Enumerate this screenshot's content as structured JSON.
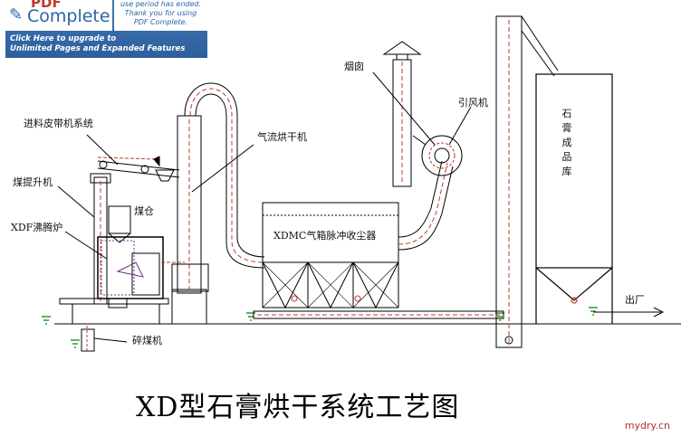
{
  "pdf_banner": {
    "logo_prefix": "PDF",
    "logo_name": "Complete",
    "note_lines": [
      "use period has ended.",
      "Thank you for using",
      "PDF Complete."
    ],
    "upgrade_lines": [
      "Click Here to upgrade to",
      "Unlimited Pages and Expanded Features"
    ]
  },
  "labels": {
    "belt_system": "进料皮带机系统",
    "coal_elevator": "煤提升机",
    "boiling_furnace": "XDF沸腾炉",
    "coal_bin": "煤仓",
    "air_dryer": "气流烘干机",
    "chimney": "烟囱",
    "induced_fan": "引风机",
    "dust_collector": "XDMC气箱脉冲收尘器",
    "product_silo": "石膏成品库",
    "outlet": "出厂",
    "coal_crusher": "碎煤机"
  },
  "title": "XD型石膏烘干系统工艺图",
  "watermark": "mydry.cn",
  "colors": {
    "line": "#000000",
    "accent": "#c0392b",
    "ground": "#2e9b2e",
    "banner": "#2e5f9c"
  }
}
